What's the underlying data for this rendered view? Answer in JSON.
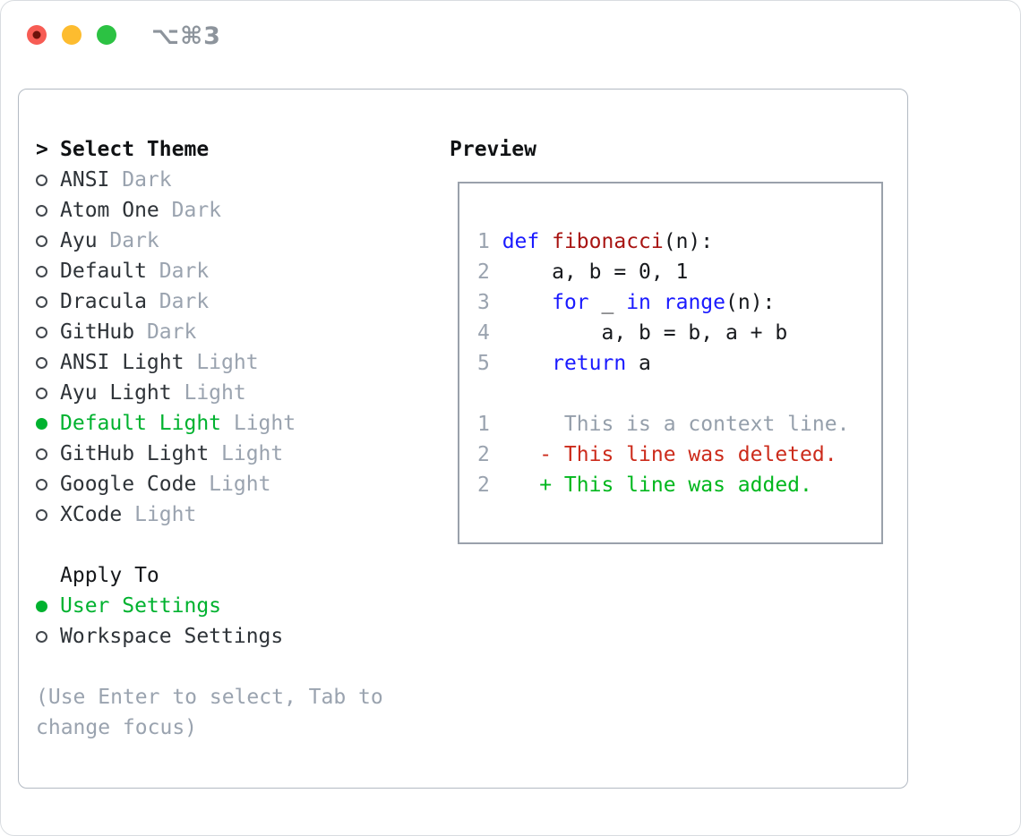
{
  "window": {
    "title": "⌥⌘3",
    "traffic_lights": [
      "close",
      "minimize",
      "zoom"
    ]
  },
  "theme_panel": {
    "header_prefix": ">",
    "header": "Select Theme",
    "themes": [
      {
        "name": "ANSI",
        "variant": "Dark",
        "selected": false
      },
      {
        "name": "Atom One",
        "variant": "Dark",
        "selected": false
      },
      {
        "name": "Ayu",
        "variant": "Dark",
        "selected": false
      },
      {
        "name": "Default",
        "variant": "Dark",
        "selected": false
      },
      {
        "name": "Dracula",
        "variant": "Dark",
        "selected": false
      },
      {
        "name": "GitHub",
        "variant": "Dark",
        "selected": false
      },
      {
        "name": "ANSI Light",
        "variant": "Light",
        "selected": false
      },
      {
        "name": "Ayu Light",
        "variant": "Light",
        "selected": false
      },
      {
        "name": "Default Light",
        "variant": "Light",
        "selected": true
      },
      {
        "name": "GitHub Light",
        "variant": "Light",
        "selected": false
      },
      {
        "name": "Google Code",
        "variant": "Light",
        "selected": false
      },
      {
        "name": "XCode",
        "variant": "Light",
        "selected": false
      }
    ],
    "apply_to": {
      "header": "Apply To",
      "options": [
        {
          "label": "User Settings",
          "selected": true
        },
        {
          "label": "Workspace Settings",
          "selected": false
        }
      ]
    },
    "help_text": "(Use Enter to select, Tab to change focus)"
  },
  "preview": {
    "title": "Preview",
    "lines": [
      {
        "num": "1",
        "segments": [
          {
            "t": " ",
            "c": "plain"
          },
          {
            "t": "def",
            "c": "keyword"
          },
          {
            "t": " ",
            "c": "plain"
          },
          {
            "t": "fibonacci",
            "c": "function"
          },
          {
            "t": "(n):",
            "c": "plain"
          }
        ]
      },
      {
        "num": "2",
        "segments": [
          {
            "t": "     a, b = 0, 1",
            "c": "plain"
          }
        ]
      },
      {
        "num": "3",
        "segments": [
          {
            "t": "     ",
            "c": "plain"
          },
          {
            "t": "for",
            "c": "keyword"
          },
          {
            "t": " _ ",
            "c": "plain"
          },
          {
            "t": "in",
            "c": "keyword"
          },
          {
            "t": " ",
            "c": "plain"
          },
          {
            "t": "range",
            "c": "keyword"
          },
          {
            "t": "(n):",
            "c": "plain"
          }
        ]
      },
      {
        "num": "4",
        "segments": [
          {
            "t": "         a, b = b, a + b",
            "c": "plain"
          }
        ]
      },
      {
        "num": "5",
        "segments": [
          {
            "t": "     ",
            "c": "plain"
          },
          {
            "t": "return",
            "c": "keyword"
          },
          {
            "t": " a",
            "c": "plain"
          }
        ]
      },
      {
        "blank": true
      },
      {
        "num": "1",
        "segments": [
          {
            "t": "      This is a context line.",
            "c": "context"
          }
        ]
      },
      {
        "num": "2",
        "segments": [
          {
            "t": "    - This line was deleted.",
            "c": "deleted"
          }
        ]
      },
      {
        "num": "2",
        "segments": [
          {
            "t": "    + This line was added.",
            "c": "added"
          }
        ]
      }
    ]
  },
  "colors": {
    "accent_green": "#00b22f",
    "keyword_blue": "#1a1aff",
    "function_red": "#a81412",
    "deleted_red": "#cc2b1b",
    "added_green": "#00b71d",
    "muted_gray": "#9aa3af",
    "text_dark": "#2e3338",
    "panel_border": "#b3bac3",
    "preview_border": "#9aa1ab",
    "traffic_red": "#f75c54",
    "traffic_yellow": "#fdbc2f",
    "traffic_green": "#2cc243"
  }
}
